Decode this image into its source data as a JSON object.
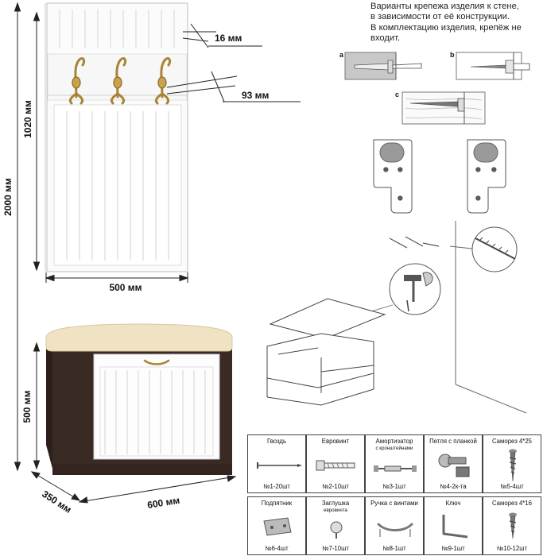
{
  "dimensions": {
    "total_height": "2000 мм",
    "panel_height": "1020 мм",
    "panel_width": "500 мм",
    "panel_thickness": "16 мм",
    "hook_projection": "93 мм",
    "bench_height": "500 мм",
    "bench_depth": "350 мм",
    "bench_width": "600 мм"
  },
  "mounting_note": {
    "lines": [
      "Варианты крепежа изделия к стене,",
      "в зависимости от её конструкции.",
      "В комплектацию изделия, крепёж не",
      "входит."
    ],
    "variants": [
      "a",
      "b",
      "c"
    ]
  },
  "parts": [
    {
      "name": "Гвоздь",
      "sub": "",
      "qty": "№1-20шт",
      "icon": "nail-icon"
    },
    {
      "name": "Евровинт",
      "sub": "",
      "qty": "№2-10шт",
      "icon": "euroscrew-icon"
    },
    {
      "name": "Амортизатор",
      "sub": "с кронштейнами",
      "qty": "№3-1шт",
      "icon": "damper-icon"
    },
    {
      "name": "Петля с планкой",
      "sub": "",
      "qty": "№4-2к-та",
      "icon": "hinge-icon"
    },
    {
      "name": "Саморез 4*25",
      "sub": "",
      "qty": "№5-4шт",
      "icon": "screw-icon"
    },
    {
      "name": "Подпятник",
      "sub": "",
      "qty": "№6-4шт",
      "icon": "foot-pad-icon"
    },
    {
      "name": "Заглушка",
      "sub": "евровинта",
      "qty": "№7-10шт",
      "icon": "cap-icon"
    },
    {
      "name": "Ручка с винтами",
      "sub": "",
      "qty": "№8-1шт",
      "icon": "handle-icon"
    },
    {
      "name": "Ключ",
      "sub": "",
      "qty": "№9-1шт",
      "icon": "hex-key-icon"
    },
    {
      "name": "Саморез 4*16",
      "sub": "",
      "qty": "№10-12шт",
      "icon": "screw-icon"
    }
  ],
  "colors": {
    "wenge": "#3a2a24",
    "seat": "#efe3c4",
    "brass": "#b08a3a",
    "line": "#222222"
  }
}
